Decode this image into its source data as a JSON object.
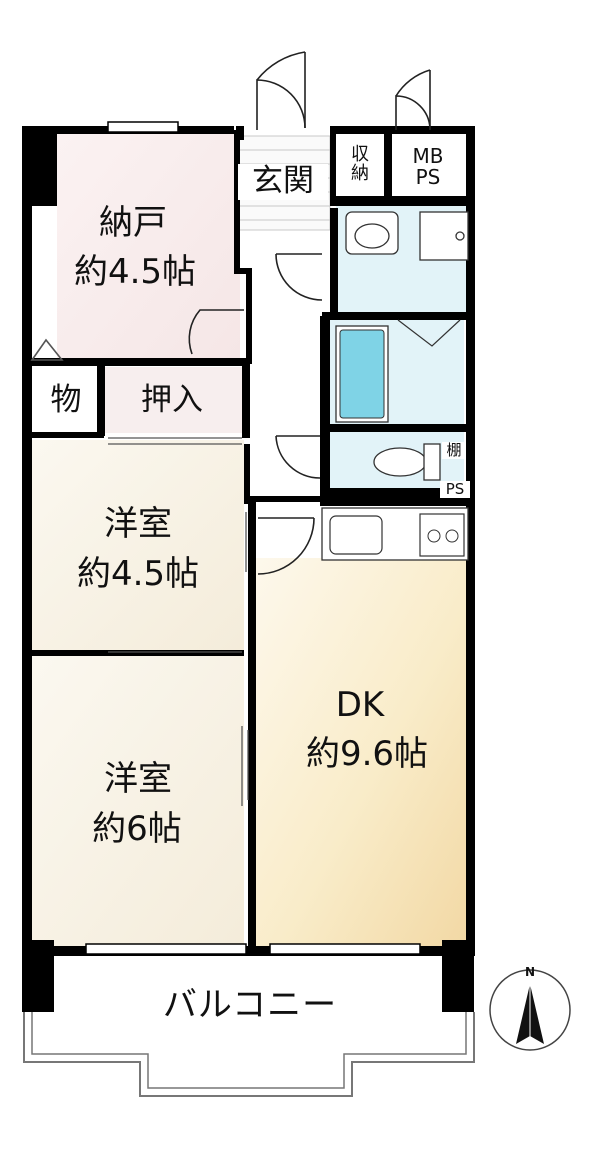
{
  "rooms": {
    "nando": {
      "name": "納戸",
      "size": "約4.5帖"
    },
    "mono": {
      "name": "物"
    },
    "oshiire": {
      "name": "押入"
    },
    "yoshitsu1": {
      "name": "洋室",
      "size": "約4.5帖"
    },
    "yoshitsu2": {
      "name": "洋室",
      "size": "約6帖"
    },
    "dk": {
      "name": "DK",
      "size": "約9.6帖"
    },
    "genkan": {
      "name": "玄関"
    },
    "shuno": {
      "line1": "収",
      "line2": "納"
    },
    "mbps": {
      "line1": "MB",
      "line2": "PS"
    },
    "tana": {
      "name": "棚"
    },
    "ps": {
      "name": "PS"
    },
    "balcony": {
      "name": "バルコニー"
    }
  },
  "compass": {
    "north_label": "N"
  },
  "colors": {
    "wall": "#000000",
    "nando_fill": "#f8ecec",
    "oshiire_fill": "#f6eded",
    "wood_light": "#f8f4e8",
    "dk_light": "#fbf2dc",
    "dk_dark": "#f0d6a0",
    "wet_fill": "#dff2f7",
    "tub_fill": "#7fd3e6"
  }
}
